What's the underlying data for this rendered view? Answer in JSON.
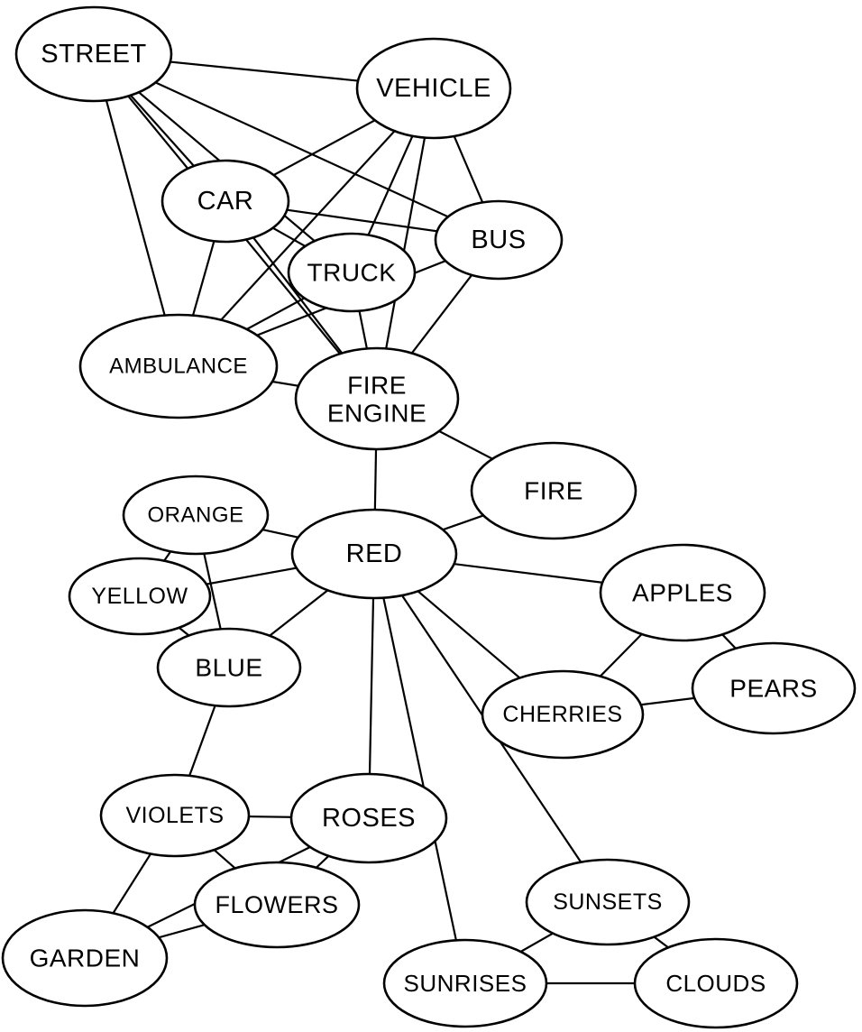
{
  "colors": {
    "background": "#ffffff",
    "stroke": "#000000",
    "text": "#000000"
  },
  "nodes": [
    {
      "id": "street",
      "label": "STREET"
    },
    {
      "id": "vehicle",
      "label": "VEHICLE"
    },
    {
      "id": "car",
      "label": "CAR"
    },
    {
      "id": "bus",
      "label": "BUS"
    },
    {
      "id": "truck",
      "label": "TRUCK"
    },
    {
      "id": "ambulance",
      "label": "AMBULANCE"
    },
    {
      "id": "fire_engine",
      "label": "FIRE ENGINE",
      "lines": [
        "FIRE",
        "ENGINE"
      ]
    },
    {
      "id": "fire",
      "label": "FIRE"
    },
    {
      "id": "orange",
      "label": "ORANGE"
    },
    {
      "id": "red",
      "label": "RED"
    },
    {
      "id": "yellow",
      "label": "YELLOW"
    },
    {
      "id": "apples",
      "label": "APPLES"
    },
    {
      "id": "blue",
      "label": "BLUE"
    },
    {
      "id": "pears",
      "label": "PEARS"
    },
    {
      "id": "cherries",
      "label": "CHERRIES"
    },
    {
      "id": "violets",
      "label": "VIOLETS"
    },
    {
      "id": "roses",
      "label": "ROSES"
    },
    {
      "id": "flowers",
      "label": "FLOWERS"
    },
    {
      "id": "sunsets",
      "label": "SUNSETS"
    },
    {
      "id": "garden",
      "label": "GARDEN"
    },
    {
      "id": "sunrises",
      "label": "SUNRISES"
    },
    {
      "id": "clouds",
      "label": "CLOUDS"
    }
  ],
  "edges": [
    [
      "street",
      "vehicle"
    ],
    [
      "street",
      "car"
    ],
    [
      "street",
      "truck"
    ],
    [
      "street",
      "bus"
    ],
    [
      "street",
      "ambulance"
    ],
    [
      "street",
      "fire_engine"
    ],
    [
      "vehicle",
      "car"
    ],
    [
      "vehicle",
      "truck"
    ],
    [
      "vehicle",
      "bus"
    ],
    [
      "vehicle",
      "ambulance"
    ],
    [
      "vehicle",
      "fire_engine"
    ],
    [
      "car",
      "truck"
    ],
    [
      "car",
      "bus"
    ],
    [
      "car",
      "ambulance"
    ],
    [
      "car",
      "fire_engine"
    ],
    [
      "truck",
      "ambulance"
    ],
    [
      "truck",
      "fire_engine"
    ],
    [
      "bus",
      "ambulance"
    ],
    [
      "bus",
      "fire_engine"
    ],
    [
      "ambulance",
      "fire_engine"
    ],
    [
      "fire_engine",
      "red"
    ],
    [
      "fire_engine",
      "fire"
    ],
    [
      "fire",
      "red"
    ],
    [
      "red",
      "orange"
    ],
    [
      "red",
      "yellow"
    ],
    [
      "red",
      "blue"
    ],
    [
      "red",
      "apples"
    ],
    [
      "red",
      "cherries"
    ],
    [
      "red",
      "roses"
    ],
    [
      "red",
      "sunsets"
    ],
    [
      "red",
      "sunrises"
    ],
    [
      "orange",
      "yellow"
    ],
    [
      "orange",
      "blue"
    ],
    [
      "yellow",
      "blue"
    ],
    [
      "apples",
      "cherries"
    ],
    [
      "apples",
      "pears"
    ],
    [
      "cherries",
      "pears"
    ],
    [
      "blue",
      "violets"
    ],
    [
      "violets",
      "roses"
    ],
    [
      "violets",
      "flowers"
    ],
    [
      "violets",
      "garden"
    ],
    [
      "roses",
      "flowers"
    ],
    [
      "roses",
      "garden"
    ],
    [
      "flowers",
      "garden"
    ],
    [
      "sunsets",
      "sunrises"
    ],
    [
      "sunsets",
      "clouds"
    ],
    [
      "sunrises",
      "clouds"
    ]
  ]
}
